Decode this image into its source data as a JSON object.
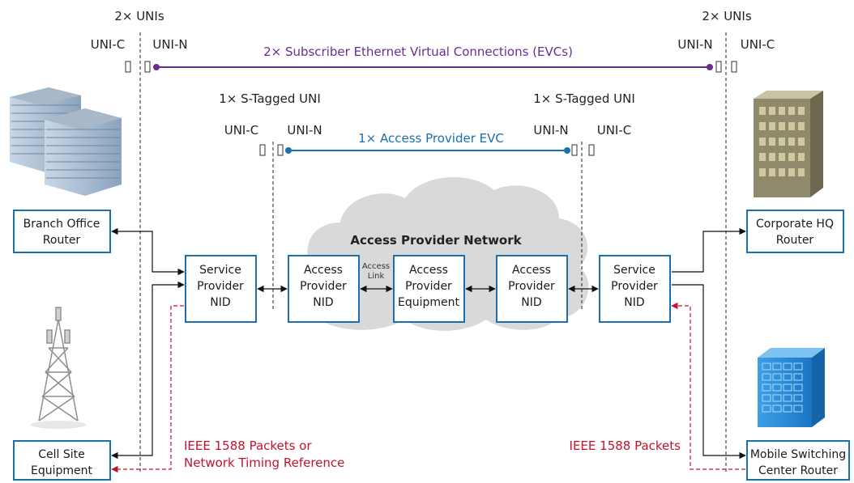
{
  "top_left": {
    "unis": "2× UNIs",
    "uni_c": "UNI-C",
    "uni_n": "UNI-N"
  },
  "top_right": {
    "unis": "2× UNIs",
    "uni_n": "UNI-N",
    "uni_c": "UNI-C"
  },
  "subscriber_evc": "2× Subscriber Ethernet Virtual Connections (EVCs)",
  "s_tagged_left": "1× S-Tagged UNI",
  "s_tagged_right": "1× S-Tagged UNI",
  "mid_left": {
    "uni_c": "UNI-C",
    "uni_n": "UNI-N"
  },
  "mid_right": {
    "uni_n": "UNI-N",
    "uni_c": "UNI-C"
  },
  "access_evc": "1× Access Provider EVC",
  "network_title": "Access Provider Network",
  "boxes": {
    "branch": [
      "Branch Office",
      "Router"
    ],
    "cell": [
      "Cell Site",
      "Equipment"
    ],
    "sp_left": [
      "Service",
      "Provider",
      "NID"
    ],
    "ap_left": [
      "Access",
      "Provider",
      "NID"
    ],
    "ap_equip": [
      "Access",
      "Provider",
      "Equipment"
    ],
    "ap_right": [
      "Access",
      "Provider",
      "NID"
    ],
    "sp_right": [
      "Service",
      "Provider",
      "NID"
    ],
    "corp": [
      "Corporate HQ",
      "Router"
    ],
    "msc": [
      "Mobile Switching",
      "Center Router"
    ]
  },
  "access_link": [
    "Access",
    "Link"
  ],
  "ieee_left": [
    "IEEE 1588 Packets or",
    "Network Timing Reference"
  ],
  "ieee_right": "IEEE 1588 Packets",
  "colors": {
    "purple": "#6b2c91",
    "blue": "#1a6fb0",
    "red": "#c1132e",
    "box_border": "#1a6fb0",
    "cloud": "#d9d9d9"
  },
  "icons": [
    "office-buildings-icon",
    "cell-tower-icon",
    "corporate-building-icon",
    "mobile-switching-building-icon"
  ]
}
